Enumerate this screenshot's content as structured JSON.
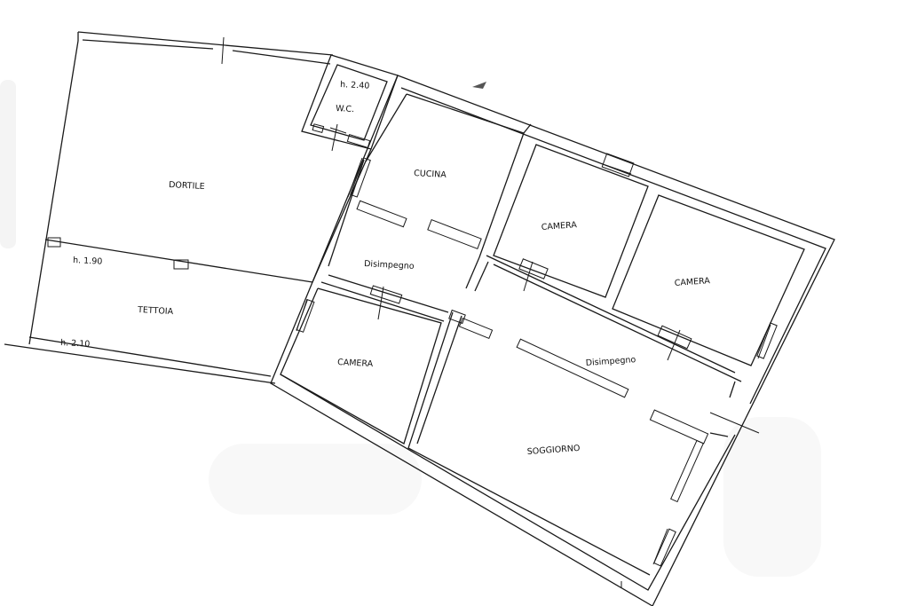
{
  "plan": {
    "labels": {
      "dortile": "DORTILE",
      "tettoia": "TETTOIA",
      "h190": "h. 1.90",
      "h210": "h. 2.10",
      "h240": "h. 2.40",
      "wc": "W.C.",
      "cucina": "CUCINA",
      "camera1": "CAMERA",
      "camera2": "CAMERA",
      "camera3": "CAMERA",
      "disimpegno1": "Disimpegno",
      "disimpegno2": "Disimpegno",
      "soggiorno": "SOGGIORNO"
    }
  }
}
